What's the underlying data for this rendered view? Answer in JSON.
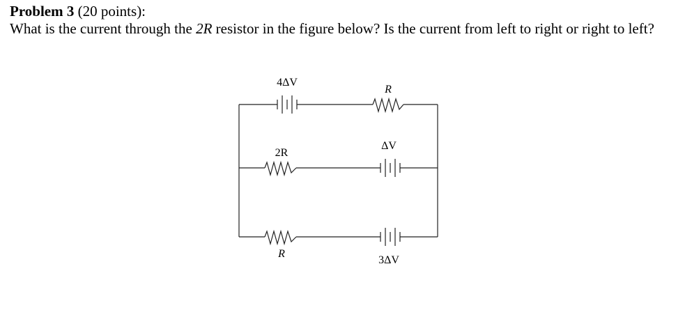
{
  "problem": {
    "heading": "Problem 3",
    "points": "(20 points):",
    "question_pre": "What is the current through the ",
    "question_var": "2R",
    "question_post": " resistor in the figure below? Is the current from left to right or right to left?"
  },
  "circuit": {
    "labels": {
      "top_battery": "4ΔV",
      "top_resistor": "R",
      "middle_resistor": "2R",
      "middle_battery": "ΔV",
      "bottom_resistor": "R",
      "bottom_battery": "3ΔV"
    }
  }
}
